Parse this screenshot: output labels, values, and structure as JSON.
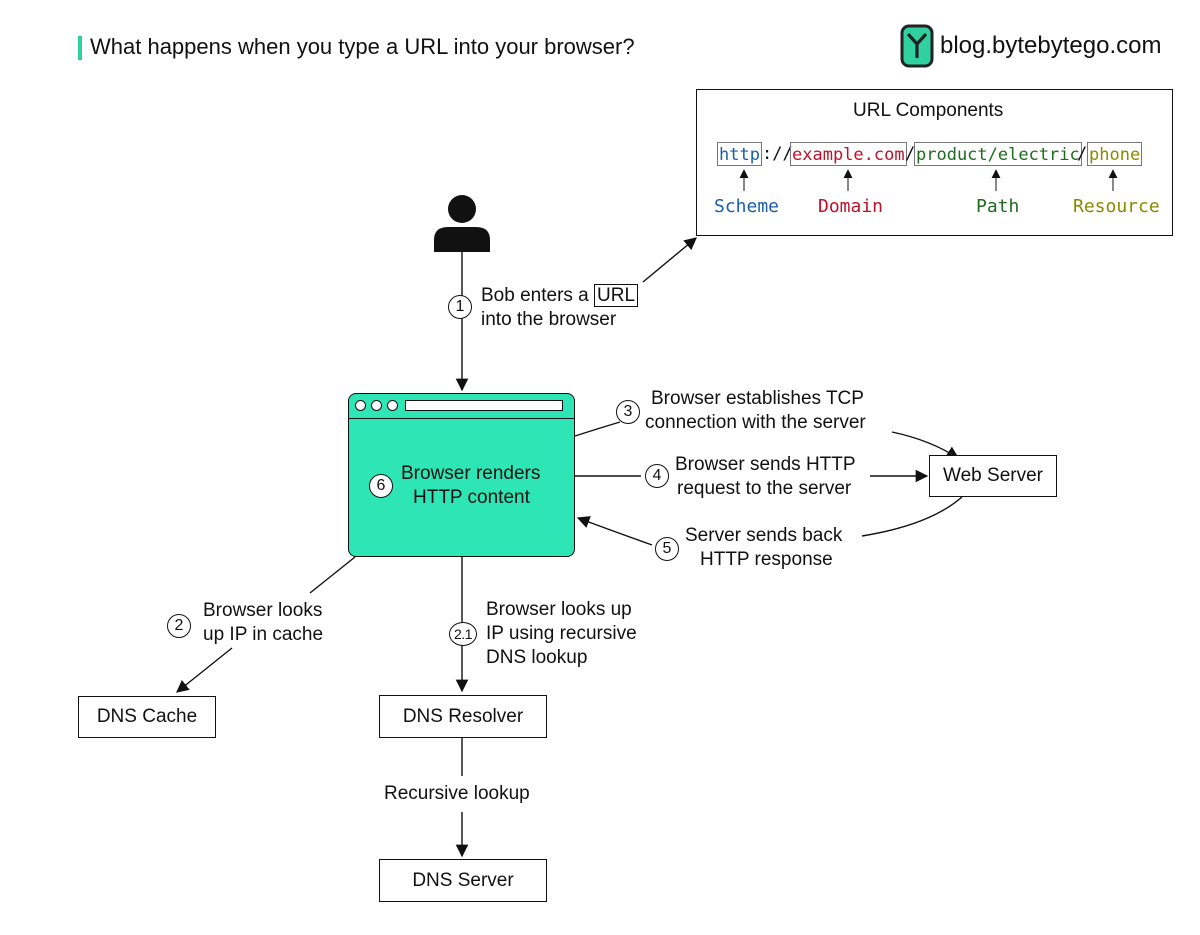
{
  "header": {
    "title": "What happens when you type a URL into your browser?",
    "brand": "blog.bytebytego.com",
    "accent_color": "#2fd1a1"
  },
  "url_components": {
    "title": "URL Components",
    "scheme": "http",
    "sep1": "://",
    "domain": "example.com",
    "sep2": "/",
    "path": "product/electric",
    "sep3": "/",
    "resource": "phone",
    "labels": {
      "scheme": "Scheme",
      "domain": "Domain",
      "path": "Path",
      "resource": "Resource"
    },
    "colors": {
      "scheme": "#1a5fa8",
      "domain": "#c0102a",
      "path": "#1f6b1f",
      "resource": "#8a8a00"
    }
  },
  "steps": {
    "s1": {
      "num": "1",
      "line1_prefix": "Bob enters a ",
      "line1_box": "URL",
      "line2": "into the browser"
    },
    "s2": {
      "num": "2",
      "line1": "Browser looks",
      "line2": "up IP in cache"
    },
    "s21": {
      "num": "2.1",
      "line1": "Browser looks up",
      "line2": "IP using recursive",
      "line3": "DNS lookup"
    },
    "s3": {
      "num": "3",
      "line1": "Browser establishes TCP",
      "line2": "connection with the server"
    },
    "s4": {
      "num": "4",
      "line1": "Browser sends HTTP",
      "line2": "request to the server"
    },
    "s5": {
      "num": "5",
      "line1": "Server sends back",
      "line2": "HTTP response"
    },
    "s6": {
      "num": "6",
      "line1": "Browser renders",
      "line2": "HTTP content"
    }
  },
  "nodes": {
    "web_server": "Web Server",
    "dns_cache": "DNS Cache",
    "dns_resolver": "DNS Resolver",
    "dns_server": "DNS Server",
    "recursive_lookup": "Recursive lookup"
  },
  "icons": {
    "user": "user-icon",
    "logo": "bytebytego-logo-icon",
    "browser": "browser-window-icon"
  },
  "colors": {
    "browser_fill": "#2ee5b5"
  }
}
